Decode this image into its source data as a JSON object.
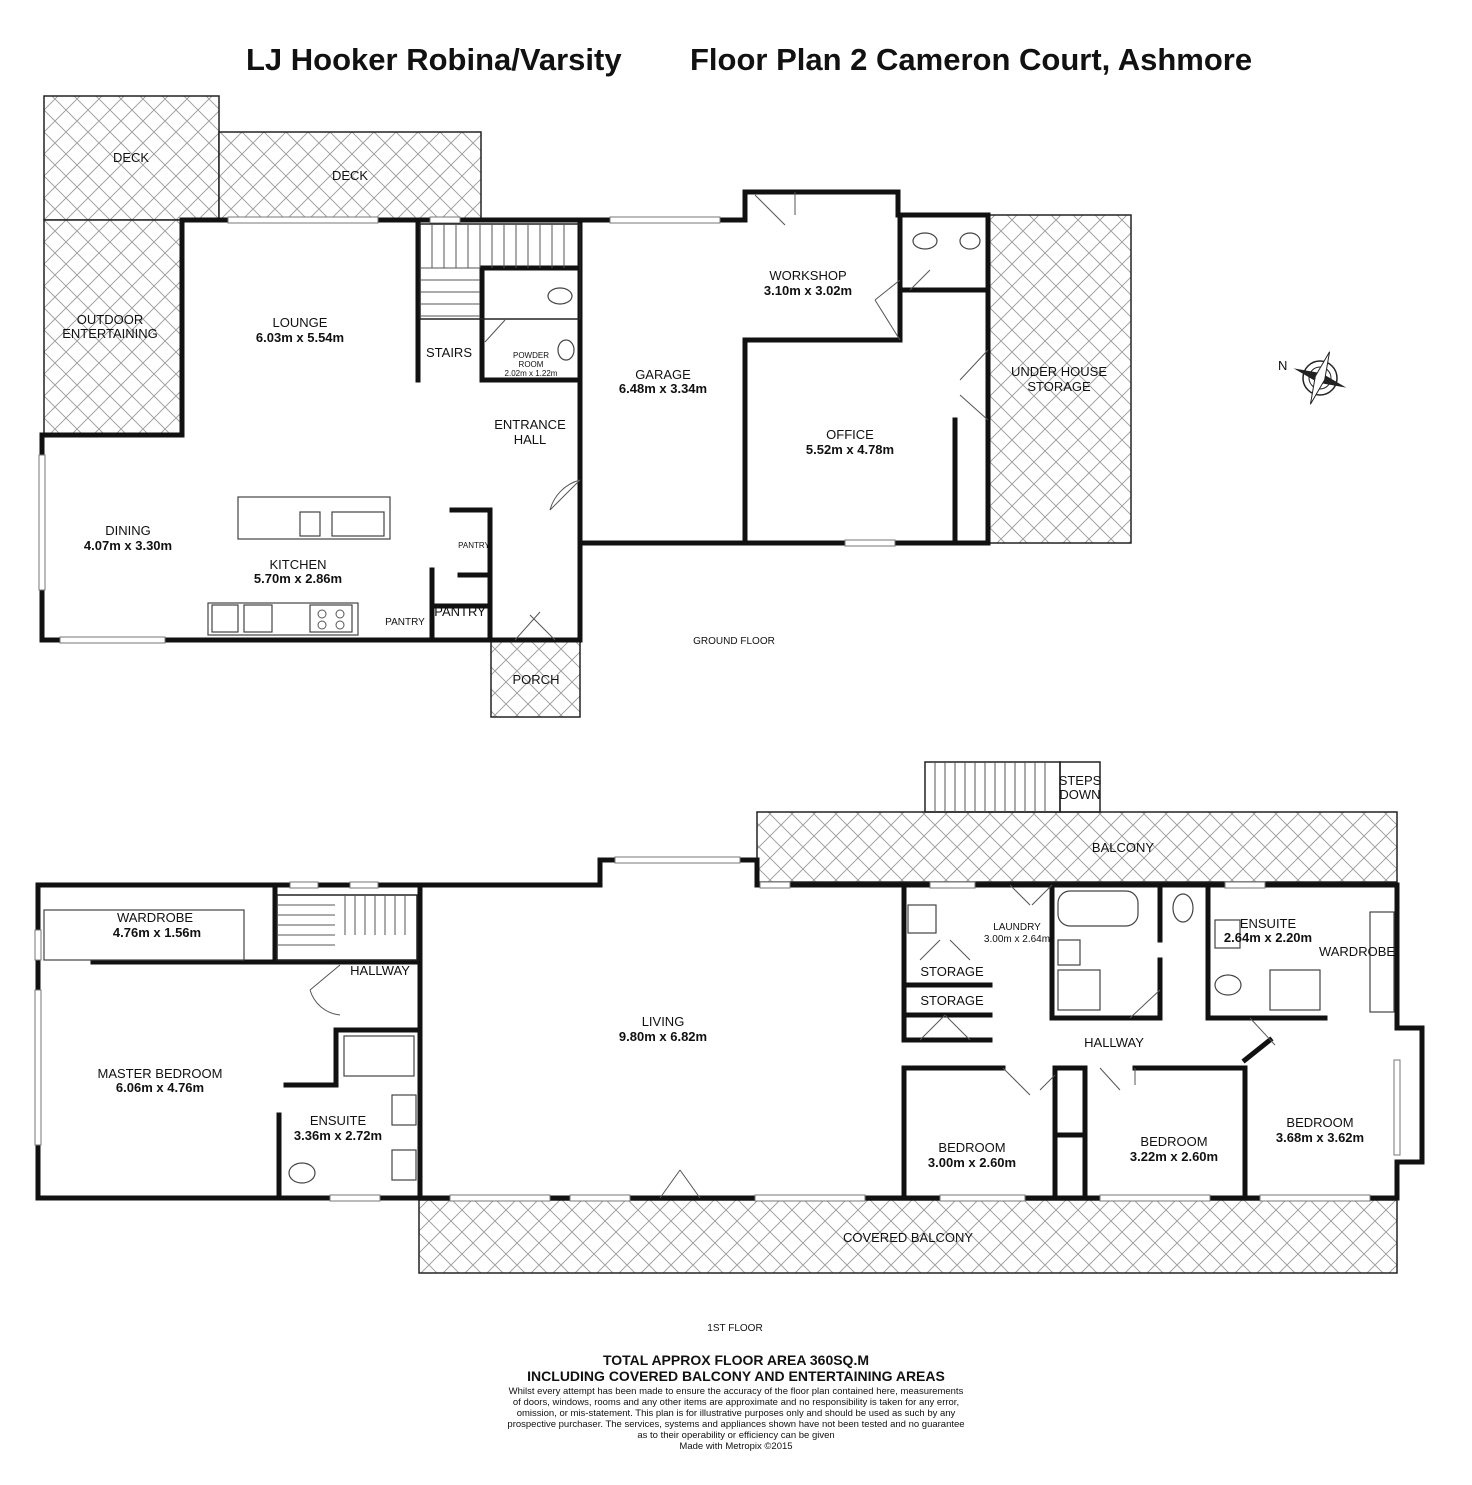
{
  "header": {
    "agency": "LJ Hooker Robina/Varsity",
    "title": "Floor Plan 2 Cameron Court, Ashmore"
  },
  "ground_floor": {
    "level_label": "GROUND FLOOR",
    "rooms": {
      "deck_left": "DECK",
      "deck_right": "DECK",
      "outdoor_entertaining_1": "OUTDOOR",
      "outdoor_entertaining_2": "ENTERTAINING",
      "lounge": "LOUNGE",
      "lounge_size": "6.03m x 5.54m",
      "stairs": "STAIRS",
      "powder_room_1": "POWDER",
      "powder_room_2": "ROOM",
      "powder_room_size": "2.02m x 1.22m",
      "entrance_hall_1": "ENTRANCE",
      "entrance_hall_2": "HALL",
      "dining": "DINING",
      "dining_size": "4.07m x 3.30m",
      "kitchen": "KITCHEN",
      "kitchen_size": "5.70m x 2.86m",
      "pantry_small_1": "PANTRY",
      "pantry_small_2": "PANTRY",
      "pantry": "PANTRY",
      "porch": "PORCH",
      "garage": "GARAGE",
      "garage_size": "6.48m x 3.34m",
      "workshop": "WORKSHOP",
      "workshop_size": "3.10m x 3.02m",
      "office": "OFFICE",
      "office_size": "5.52m x 4.78m",
      "under_house_storage_1": "UNDER HOUSE",
      "under_house_storage_2": "STORAGE"
    }
  },
  "first_floor": {
    "level_label": "1ST FLOOR",
    "rooms": {
      "steps_down_1": "STEPS",
      "steps_down_2": "DOWN",
      "balcony": "BALCONY",
      "wardrobe_master": "WARDROBE",
      "wardrobe_master_size": "4.76m x 1.56m",
      "hallway_left": "HALLWAY",
      "master_bedroom": "MASTER BEDROOM",
      "master_bedroom_size": "6.06m x 4.76m",
      "ensuite_master": "ENSUITE",
      "ensuite_master_size": "3.36m x 2.72m",
      "living": "LIVING",
      "living_size": "9.80m x 6.82m",
      "laundry": "LAUNDRY",
      "laundry_size": "3.00m x 2.64m",
      "storage_1": "STORAGE",
      "storage_2": "STORAGE",
      "ensuite_right": "ENSUITE",
      "ensuite_right_size": "2.64m x 2.20m",
      "wardrobe_right": "WARDROBE",
      "hallway_right": "HALLWAY",
      "bedroom_1": "BEDROOM",
      "bedroom_1_size": "3.00m x 2.60m",
      "bedroom_2": "BEDROOM",
      "bedroom_2_size": "3.22m x 2.60m",
      "bedroom_3": "BEDROOM",
      "bedroom_3_size": "3.68m x 3.62m",
      "covered_balcony": "COVERED BALCONY"
    }
  },
  "compass_icon": "north-arrow-compass",
  "compass_letter": "N",
  "footer": {
    "total_area": "TOTAL APPROX FLOOR AREA 360SQ.M",
    "including": "INCLUDING COVERED BALCONY AND ENTERTAINING AREAS",
    "disclaimer_1": "Whilst every attempt has been made to ensure the accuracy of the floor plan contained here, measurements",
    "disclaimer_2": "of doors, windows, rooms and any other items are approximate and no responsibility is taken for any error,",
    "disclaimer_3": "omission, or mis-statement. This plan is for illustrative purposes only and should be used as such by any",
    "disclaimer_4": "prospective purchaser. The services, systems and appliances shown have not been tested and no guarantee",
    "disclaimer_5": "as to their operability or efficiency can be given",
    "credit": "Made with Metropix ©2015"
  }
}
